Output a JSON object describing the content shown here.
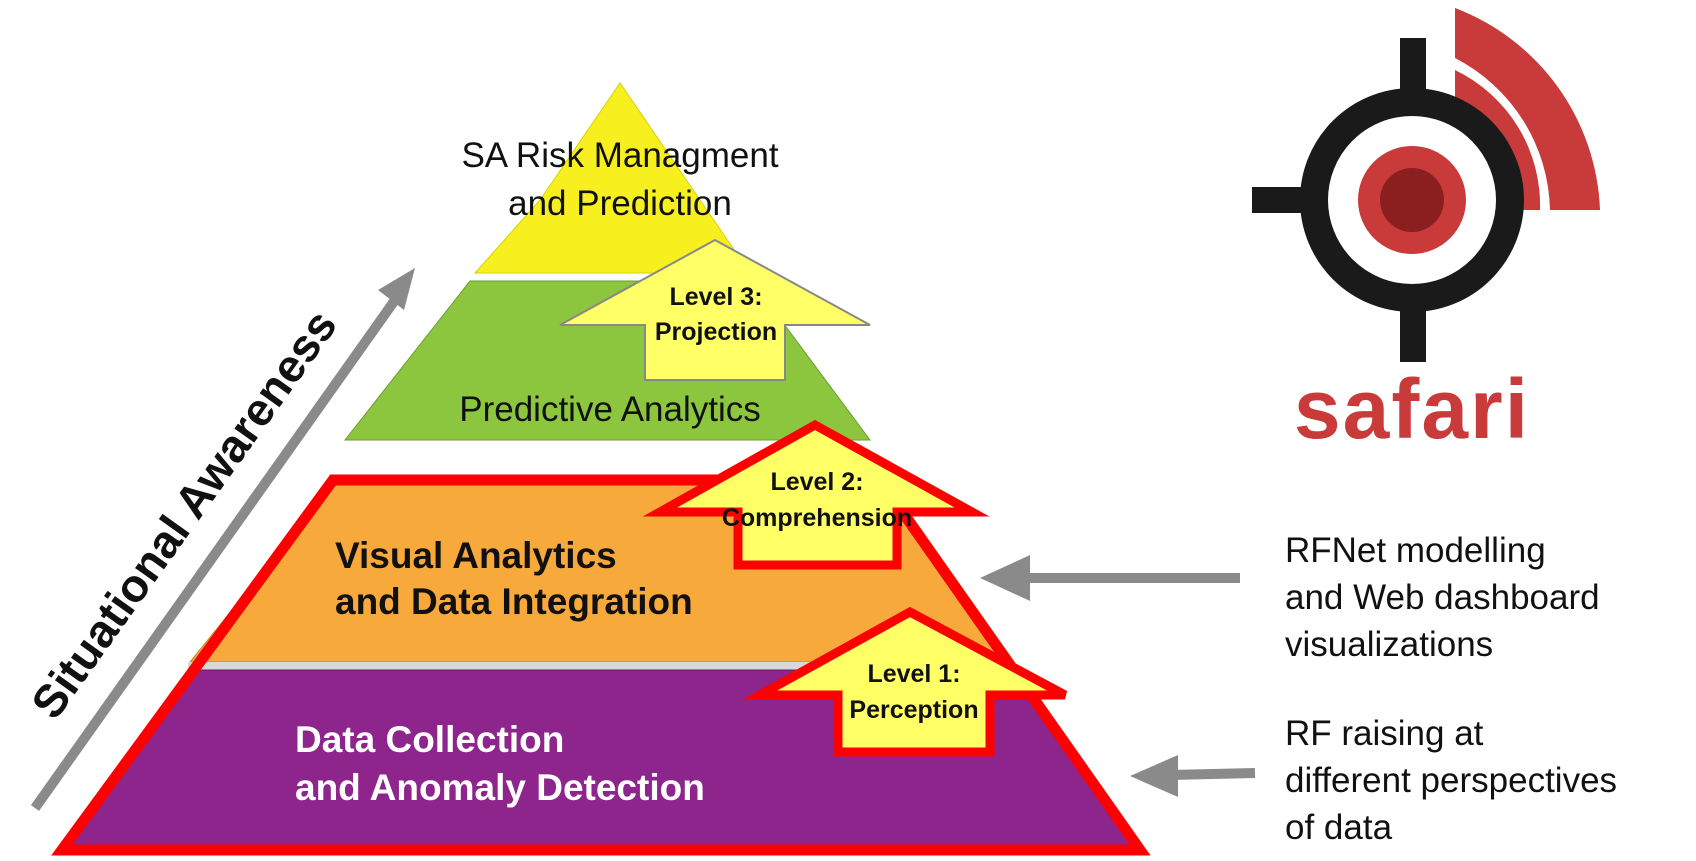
{
  "axis": {
    "label": "Situational Awareness"
  },
  "tiers": [
    {
      "id": "top",
      "lines": [
        "SA Risk Managment",
        "and Prediction"
      ],
      "color": "#f7f01e"
    },
    {
      "id": "predictive",
      "lines": [
        "Predictive Analytics"
      ],
      "color": "#8cc63f"
    },
    {
      "id": "visual",
      "lines": [
        "Visual Analytics",
        "and Data Integration"
      ],
      "color": "#f7a93c"
    },
    {
      "id": "collection",
      "lines": [
        "Data Collection",
        "and Anomaly Detection"
      ],
      "color": "#8e258d"
    }
  ],
  "levels": [
    {
      "id": "level3",
      "lines": [
        "Level 3:",
        "Projection"
      ]
    },
    {
      "id": "level2",
      "lines": [
        "Level 2:",
        "Comprehension"
      ]
    },
    {
      "id": "level1",
      "lines": [
        "Level 1:",
        "Perception"
      ]
    }
  ],
  "annotations": [
    {
      "id": "rfnet",
      "lines": [
        "RFNet modelling",
        "and Web dashboard",
        "visualizations"
      ]
    },
    {
      "id": "rf-raising",
      "lines": [
        "RF raising at",
        "different perspectives",
        "of data"
      ]
    }
  ],
  "logo": {
    "wordmark": "safari",
    "colors": {
      "red": "#c93a3a",
      "dark-red": "#8b1e1e",
      "black": "#1a1a1a"
    }
  },
  "colors": {
    "highlight": "#ff0000",
    "arrow_gray": "#8a8a8a",
    "level_arrow_fill": "#ffff66"
  }
}
